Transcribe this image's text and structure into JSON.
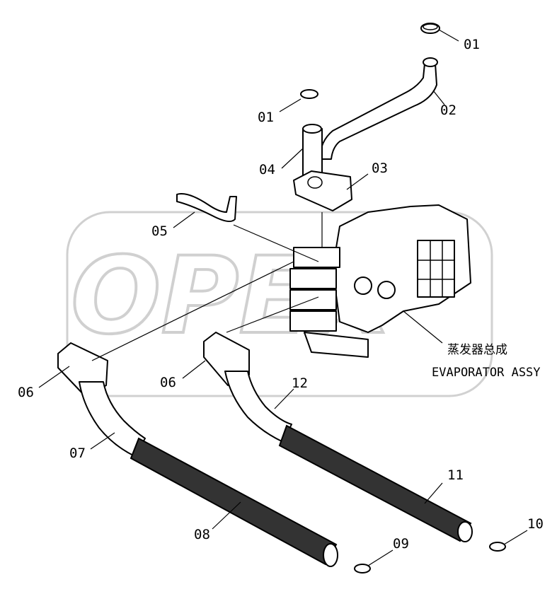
{
  "diagram": {
    "watermark": "OPEX",
    "assembly_label_cn": "蒸发器总成",
    "assembly_label_en": "EVAPORATOR ASSY",
    "callouts": {
      "c01a": "01",
      "c01b": "01",
      "c02": "02",
      "c03": "03",
      "c04": "04",
      "c05": "05",
      "c06a": "06",
      "c06b": "06",
      "c07": "07",
      "c08": "08",
      "c09": "09",
      "c10": "10",
      "c11": "11",
      "c12": "12"
    }
  }
}
